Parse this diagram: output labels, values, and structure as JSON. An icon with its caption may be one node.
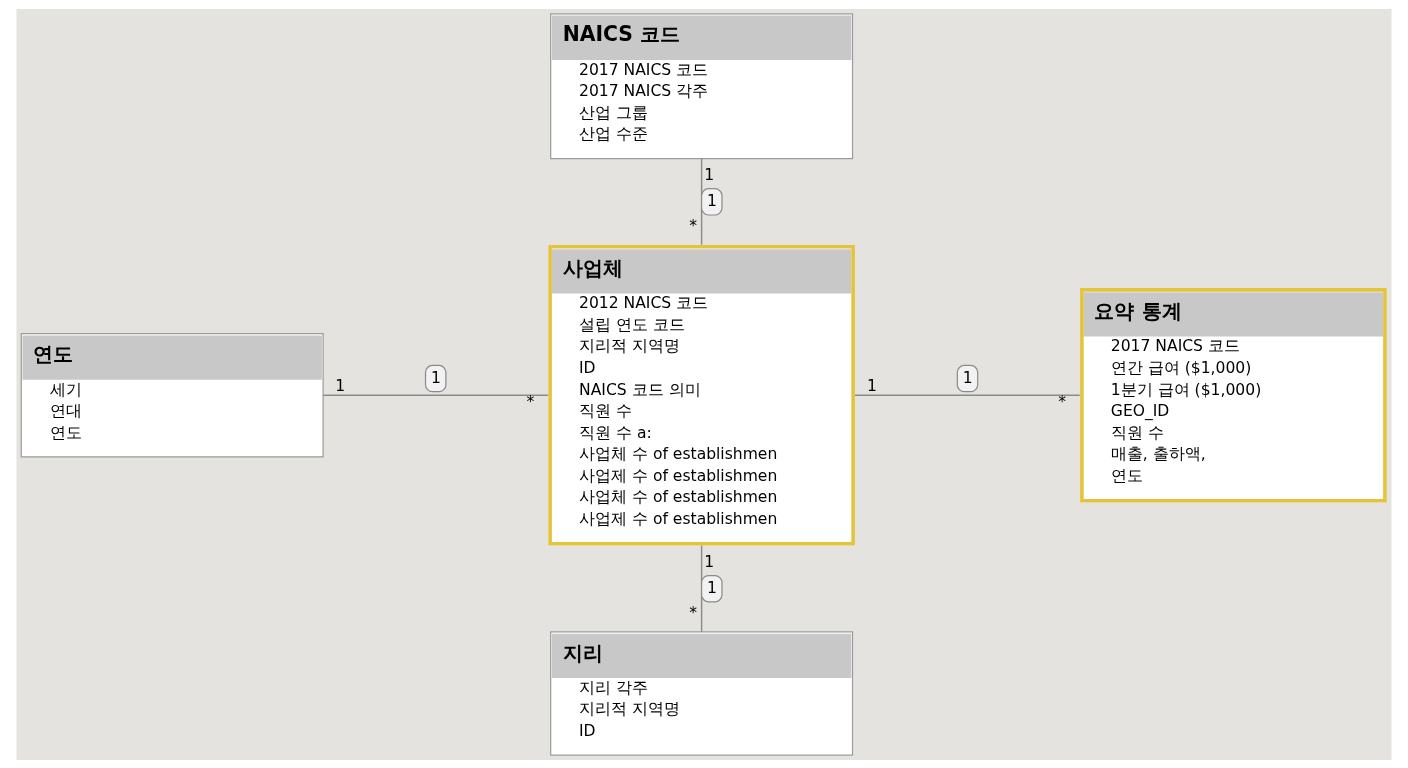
{
  "diagram": {
    "nodes": [
      {
        "text": [
          "NAICS 코드",
          "2017 NAICS 코드",
          "2017 NAICS 각주",
          "산업 그룹",
          "산업 수준"
        ]
      },
      {
        "text": [
          "연도",
          "세기",
          "연대",
          "연도"
        ]
      },
      {
        "text": [
          "사업체",
          "2012 NAICS 코드",
          "설립 연도 코드",
          "지리적 지역명",
          "ID",
          "NAICS 코드 의미",
          "직원 수",
          "직원 수 a:",
          "사업체 수 of establishmen",
          "사업제 수 of establishmen",
          "사업체 수 of establishmen",
          "사업제 수 of establishmen"
        ]
      },
      {
        "text": [
          "요약 통계",
          "2017 NAICS 코드",
          "연간 급여 ($1,000)",
          "1분기 급여 ($1,000)",
          "GEO_ID",
          "직원 수",
          "매출, 출하액,",
          "연도"
        ]
      },
      {
        "text": [
          "지리",
          "지리 각주",
          "지리적 지역명",
          "ID"
        ]
      }
    ],
    "edges": [
      {
        "from": 0,
        "to": 2,
        "arrow": "none",
        "label": "1"
      },
      {
        "from": 1,
        "to": 2,
        "arrow": "none",
        "label": "1"
      },
      {
        "from": 2,
        "to": 3,
        "arrow": "none",
        "label": "1"
      },
      {
        "from": 2,
        "to": 4,
        "arrow": "none",
        "label": "1"
      }
    ],
    "labels": [
      "1",
      "*",
      "1",
      "*",
      "1",
      "*",
      "1",
      "*"
    ]
  }
}
